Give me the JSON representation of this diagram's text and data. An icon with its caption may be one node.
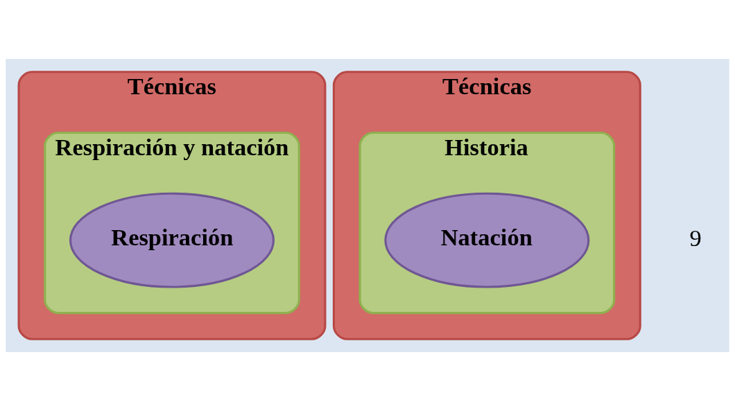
{
  "diagram": {
    "nodes": [
      {
        "text": [
          "Técnicas"
        ]
      },
      {
        "text": [
          "Respiración y natación"
        ],
        "in": 0
      },
      {
        "text": [
          "Respiración"
        ],
        "in": 1
      },
      {
        "text": [
          "Técnicas"
        ]
      },
      {
        "text": [
          "Historia"
        ],
        "in": 3
      },
      {
        "text": [
          "Natación"
        ],
        "in": 4
      }
    ],
    "labels": [
      "9"
    ]
  }
}
